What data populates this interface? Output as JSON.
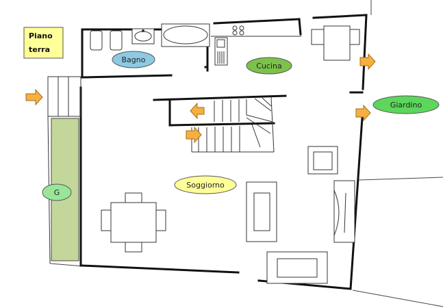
{
  "title": {
    "line1": "Piano",
    "line2": "terra"
  },
  "rooms": {
    "bagno": "Bagno",
    "cucina": "Cucina",
    "giardino": "Giardino",
    "soggiorno": "Soggiorno",
    "garden_strip": "G"
  },
  "colors": {
    "title_bg": "#ffff99",
    "bagno": "#8ec9e3",
    "cucina": "#7cc24a",
    "giardino": "#5cd65c",
    "soggiorno": "#ffff99",
    "garden_strip": "#c4d79b",
    "garden_label": "#99e699",
    "arrow": "#f5b041"
  }
}
